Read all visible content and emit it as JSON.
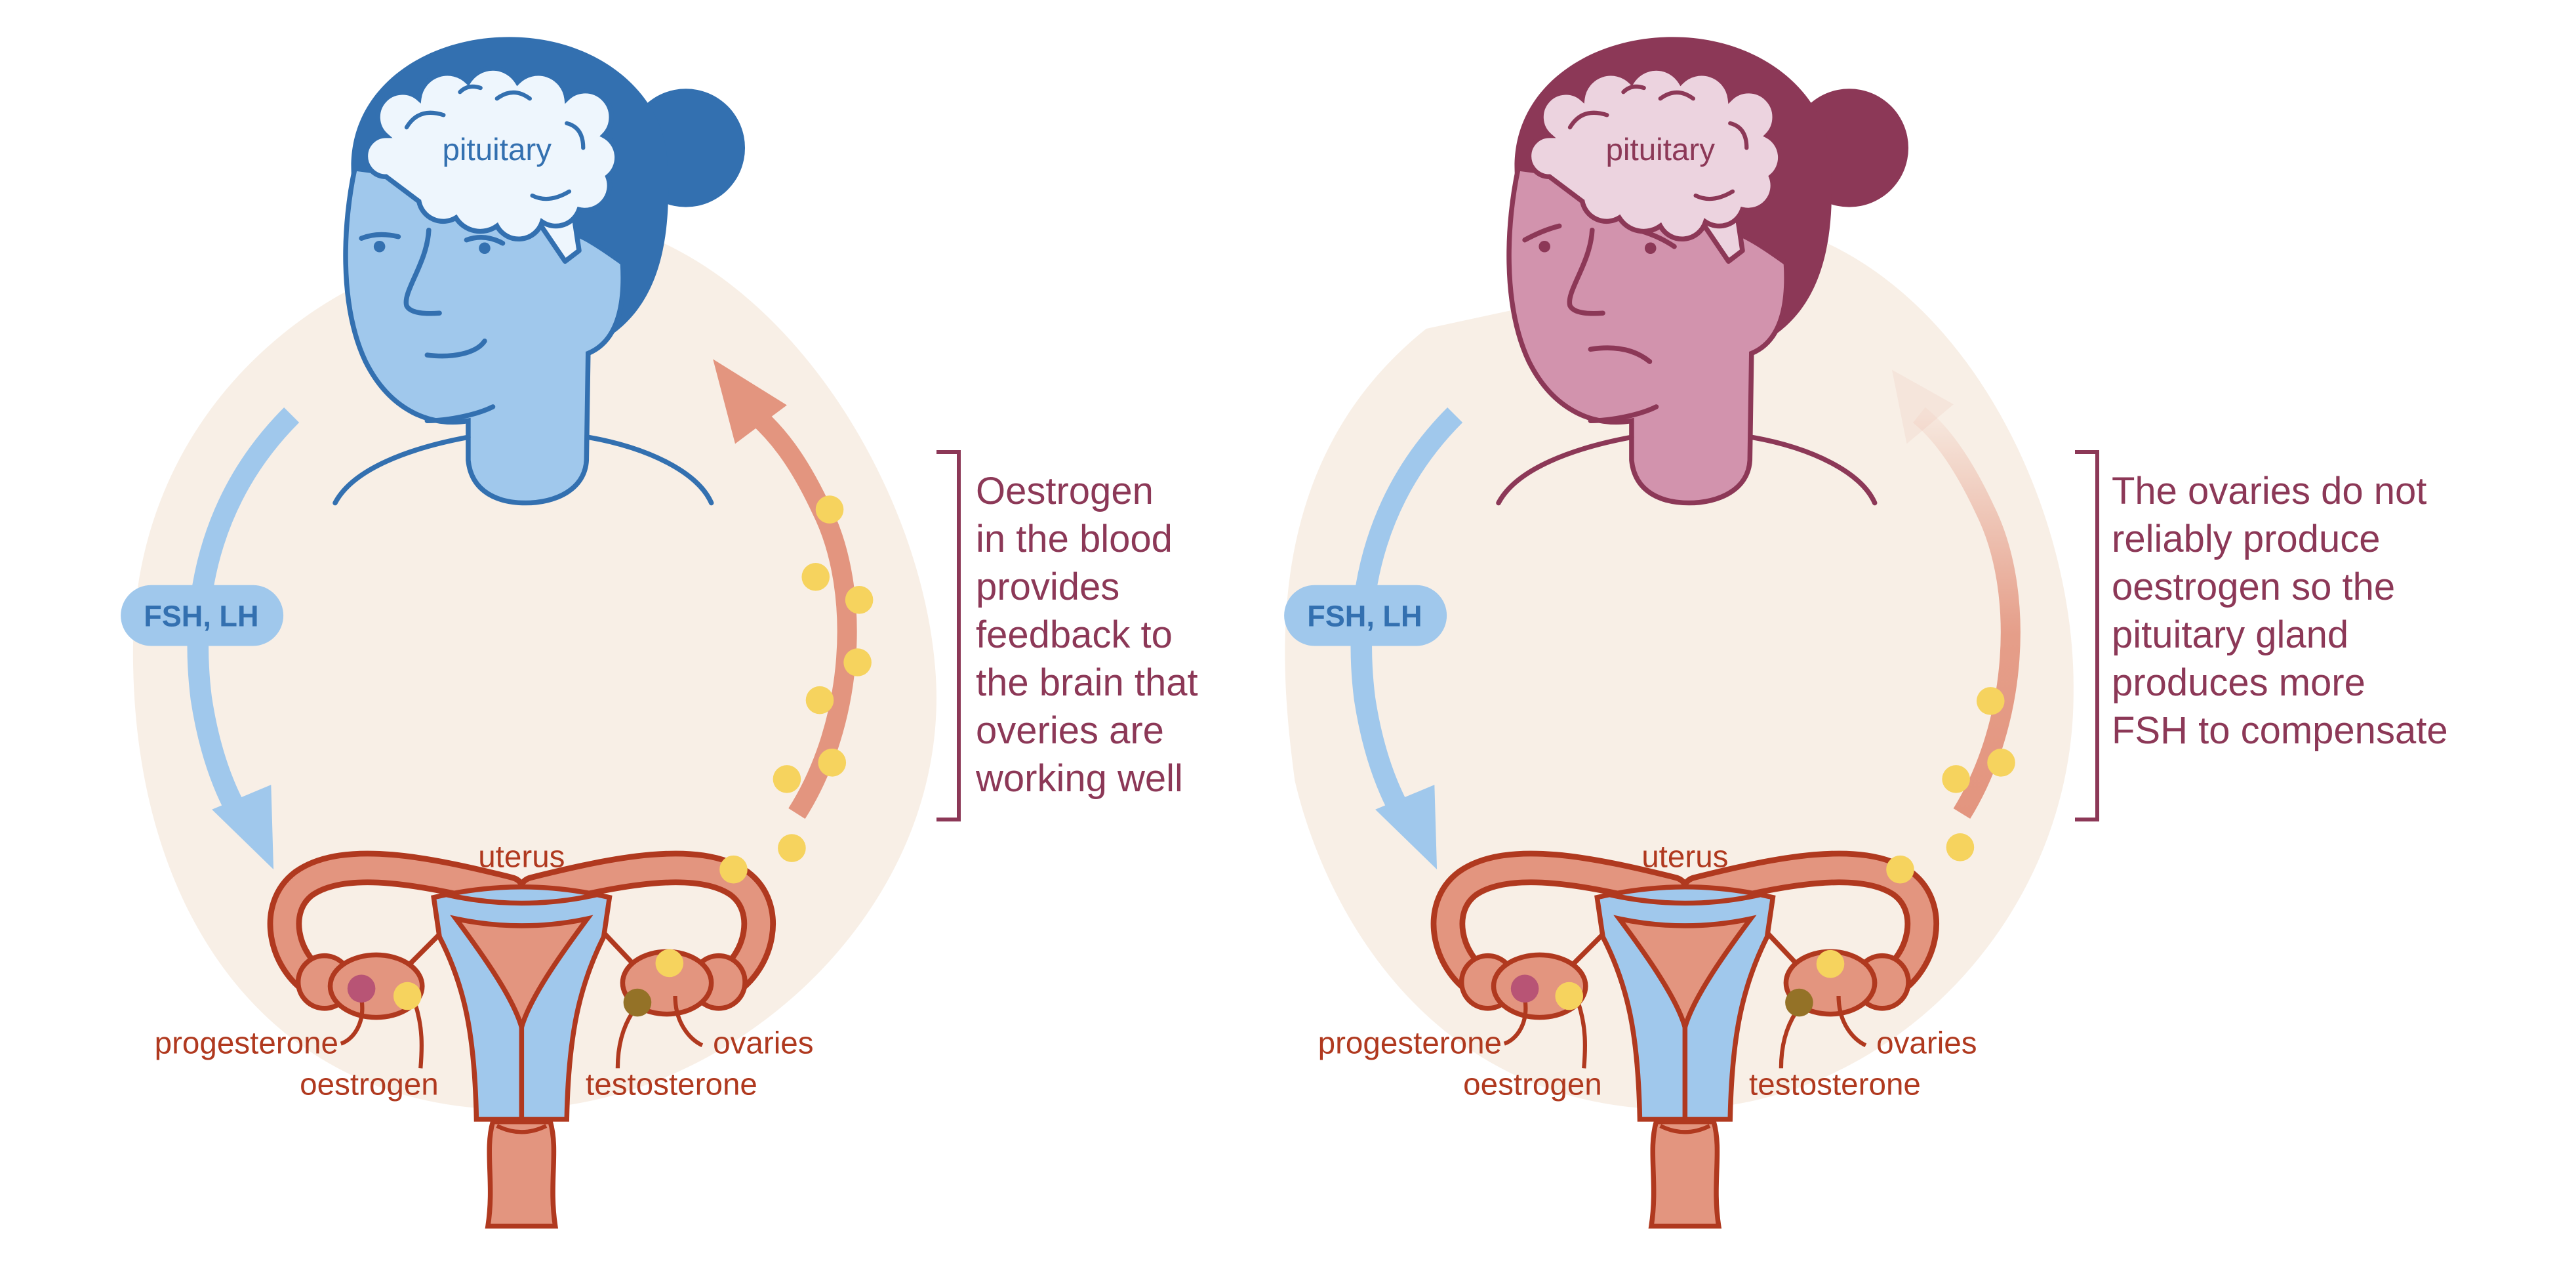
{
  "left_panel": {
    "brain_label": "pituitary",
    "hormone_pill": "FSH, LH",
    "labels": {
      "uterus": "uterus",
      "progesterone": "progesterone",
      "oestrogen": "oestrogen",
      "testosterone": "testosterone",
      "ovaries": "ovaries"
    },
    "caption_lines": [
      "Oestrogen",
      "in the blood",
      "provides",
      "feedback to",
      "the brain that",
      "overies are",
      "working well"
    ]
  },
  "right_panel": {
    "brain_label": "pituitary",
    "hormone_pill": "FSH, LH",
    "labels": {
      "uterus": "uterus",
      "progesterone": "progesterone",
      "oestrogen": "oestrogen",
      "testosterone": "testosterone",
      "ovaries": "ovaries"
    },
    "caption_lines": [
      "The ovaries do not",
      "reliably produce",
      "oestrogen so the",
      "pituitary gland",
      "produces more",
      "FSH to compensate"
    ]
  },
  "colors": {
    "healthy_blue": "#3370b0",
    "face_blue": "#a0c8ec",
    "unwell_plum": "#8c3857",
    "face_pink": "#d293ad",
    "background_blob": "#f8efe6",
    "uterus_fill": "#e3957f",
    "uterus_outline": "#b0391f",
    "oestrogen_yellow": "#f6d35e",
    "progesterone_magenta": "#b85475",
    "testosterone_olive": "#947227"
  }
}
